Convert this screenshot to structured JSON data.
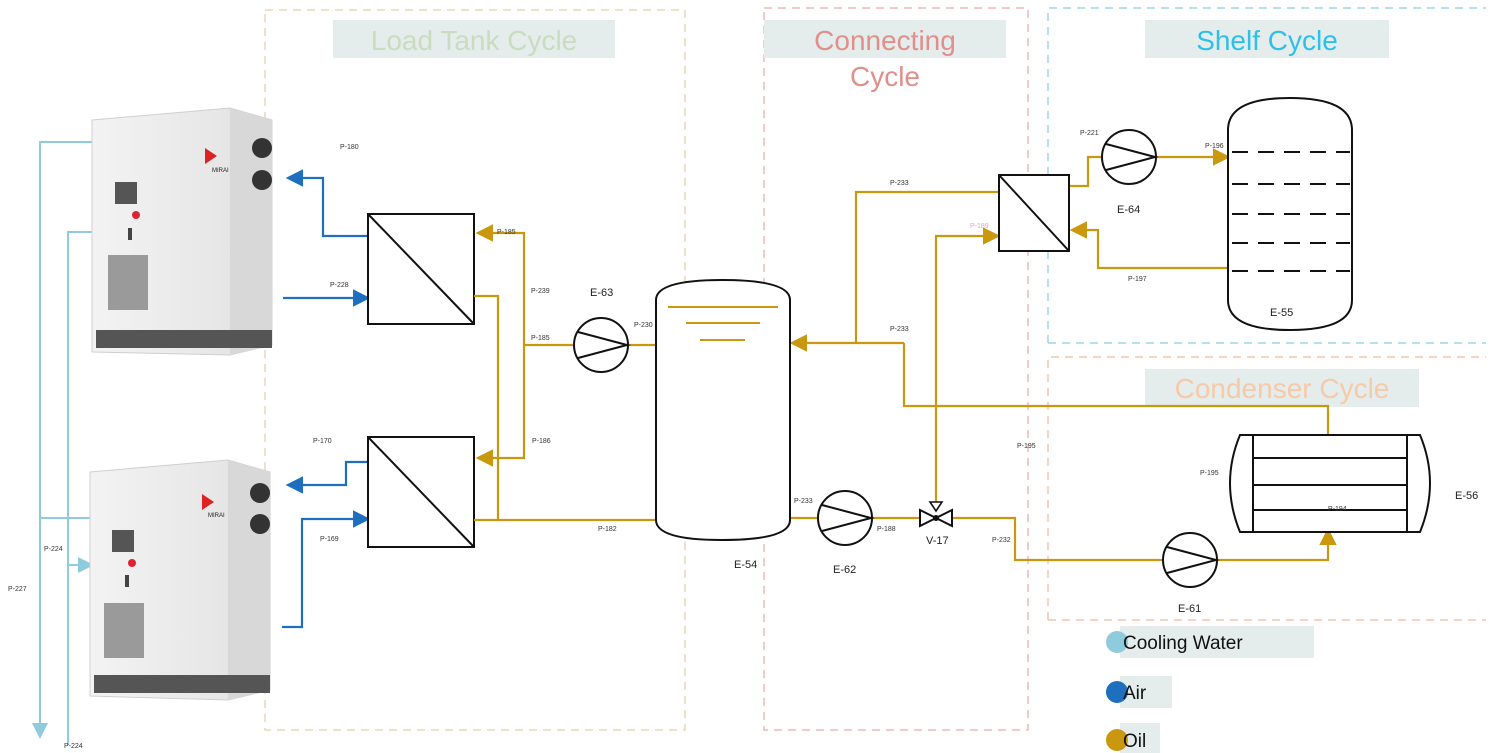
{
  "regions": {
    "load_tank": {
      "title": "Load Tank Cycle"
    },
    "connecting": {
      "title_line1": "Connecting",
      "title_line2": "Cycle"
    },
    "shelf": {
      "title": "Shelf Cycle"
    },
    "condenser": {
      "title": "Condenser Cycle"
    }
  },
  "equipment": {
    "chiller_top_brand": "MIRAI",
    "chiller_bottom_brand": "MIRAI",
    "tank_e54": "E-54",
    "tank_e55": "E-55",
    "condenser_e56": "E-56",
    "pump_e63": "E-63",
    "pump_e64": "E-64",
    "pump_e62": "E-62",
    "pump_e61": "E-61",
    "valve_v17": "V-17"
  },
  "pipes": {
    "p180": "P-180",
    "p228": "P-228",
    "p170": "P-170",
    "p169": "P-169",
    "p185a": "P-185",
    "p239": "P-239",
    "p185b": "P-185",
    "p186": "P-186",
    "p230": "P-230",
    "p182": "P-182",
    "p233a": "P-233",
    "p233b": "P-233",
    "p233c": "P-233",
    "p188": "P-188",
    "p189": "P-189",
    "p195a": "P-195",
    "p195b": "P-195",
    "p232": "P-232",
    "p221": "P-221",
    "p196": "P-196",
    "p197": "P-197",
    "p194": "P-194",
    "p224a": "P-224",
    "p224b": "P-224",
    "p227": "P-227"
  },
  "legend": [
    {
      "label": "Cooling Water",
      "color": "#8ecbdc"
    },
    {
      "label": "Air",
      "color": "#1f6fbf"
    },
    {
      "label": "Oil",
      "color": "#c9980f"
    }
  ],
  "colors": {
    "oil": "#c9980f",
    "air": "#1f6fbf",
    "cooling_water": "#8ecbdc",
    "load_tank_title": "#c9dcc0",
    "connecting_title": "#e08f8a",
    "shelf_title": "#2ec0ea",
    "condenser_title": "#f6c9a8"
  }
}
